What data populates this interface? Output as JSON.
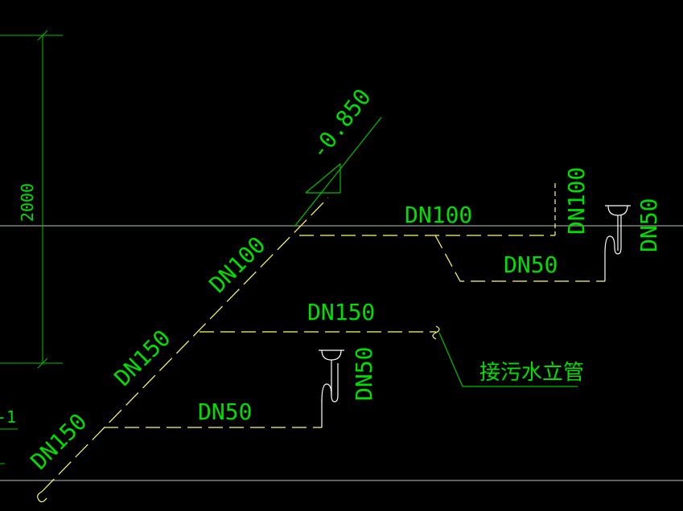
{
  "colors": {
    "background": "#000000",
    "label": "#00e000",
    "dim_line": "#00c000",
    "grid_line": "#b5c8b5",
    "pipe": "#ffff66",
    "fixture": "#ffffff"
  },
  "dimension": {
    "value": "2000"
  },
  "elevation": {
    "value": "-0.850"
  },
  "left_mark": {
    "value": "-1"
  },
  "pipe_labels": {
    "diag_dn100": "DN100",
    "diag_dn150_upper": "DN150",
    "diag_dn150_lower": "DN150",
    "upper_branch_dn100": "DN100",
    "upper_vertical_dn100": "DN100",
    "upper_branch_dn50": "DN50",
    "upper_trap_dn50": "DN50",
    "middle_branch_dn150": "DN150",
    "lower_branch_dn50": "DN50",
    "lower_trap_dn50": "DN50"
  },
  "annotation": {
    "text": "接污水立管"
  }
}
